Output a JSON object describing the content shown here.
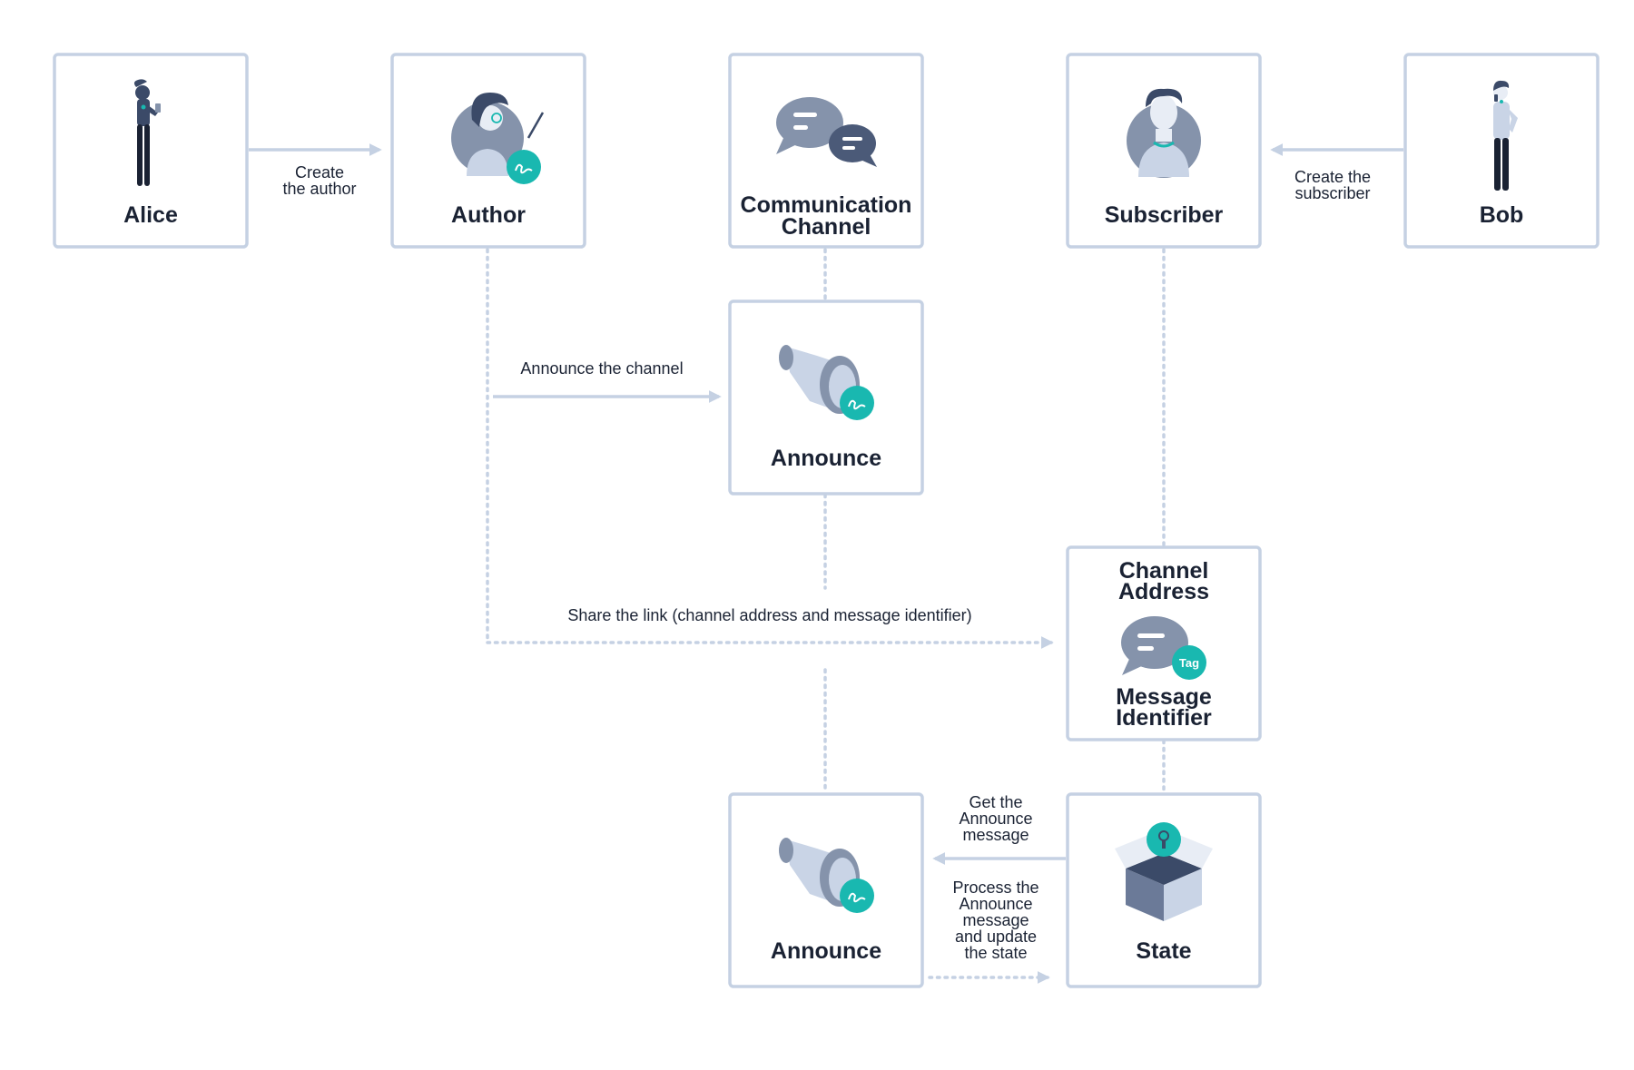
{
  "colors": {
    "box_border": "#c5d1e3",
    "connector": "#c5d1e3",
    "text": "#1a2233",
    "accent_teal": "#19b8b0",
    "icon_slate": "#8593ab",
    "icon_dark": "#4b5a78",
    "icon_light": "#c9d4e6"
  },
  "nodes": {
    "alice": {
      "label": "Alice",
      "icon": "woman-with-phone-icon"
    },
    "author": {
      "label": "Author",
      "icon": "author-avatar-icon"
    },
    "communication_channel": {
      "label_line1": "Communication",
      "label_line2": "Channel",
      "icon": "chat-bubbles-icon"
    },
    "subscriber": {
      "label": "Subscriber",
      "icon": "subscriber-avatar-icon"
    },
    "bob": {
      "label": "Bob",
      "icon": "man-with-phone-icon"
    },
    "announce_top": {
      "label": "Announce",
      "icon": "megaphone-icon"
    },
    "channel_address": {
      "label_line1": "Channel",
      "label_line2": "Address",
      "label_line3": "Message",
      "label_line4": "Identifier",
      "tag_text": "Tag",
      "icon": "message-tag-icon"
    },
    "announce_bottom": {
      "label": "Announce",
      "icon": "megaphone-icon"
    },
    "state": {
      "label": "State",
      "icon": "open-box-lock-icon"
    }
  },
  "edges": {
    "create_author": {
      "line1": "Create",
      "line2": "the author"
    },
    "create_subscriber": {
      "line1": "Create the",
      "line2": "subscriber"
    },
    "announce_channel": {
      "label": "Announce the channel"
    },
    "share_link": {
      "label": "Share the link (channel address and message identifier)"
    },
    "get_announce": {
      "line1": "Get the",
      "line2": "Announce",
      "line3": "message"
    },
    "process_announce": {
      "line1": "Process the",
      "line2": "Announce",
      "line3": "message",
      "line4": "and update",
      "line5": "the state"
    }
  }
}
